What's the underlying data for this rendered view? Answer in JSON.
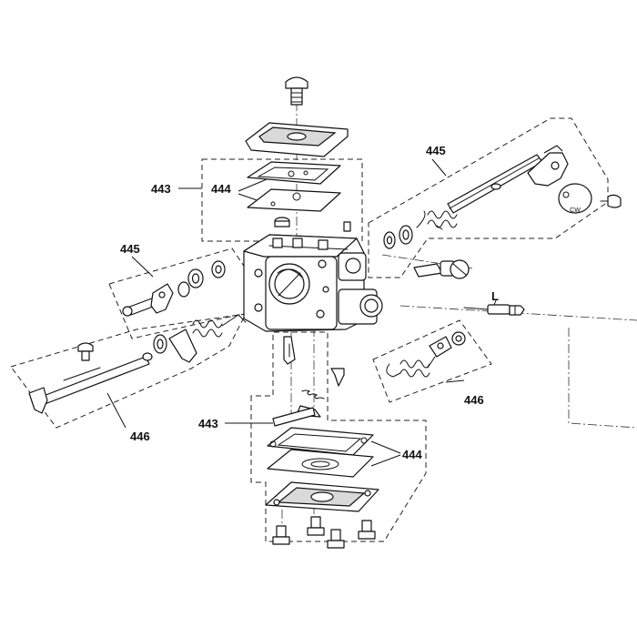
{
  "figure": {
    "callouts": {
      "c443_top": "443",
      "c444_top": "444",
      "c445_top": "445",
      "c445_left": "445",
      "c446_left": "446",
      "c446_right": "446",
      "c443_bottom": "443",
      "c444_bottom": "444",
      "c_L": "L"
    },
    "ring_marking": "CW"
  }
}
